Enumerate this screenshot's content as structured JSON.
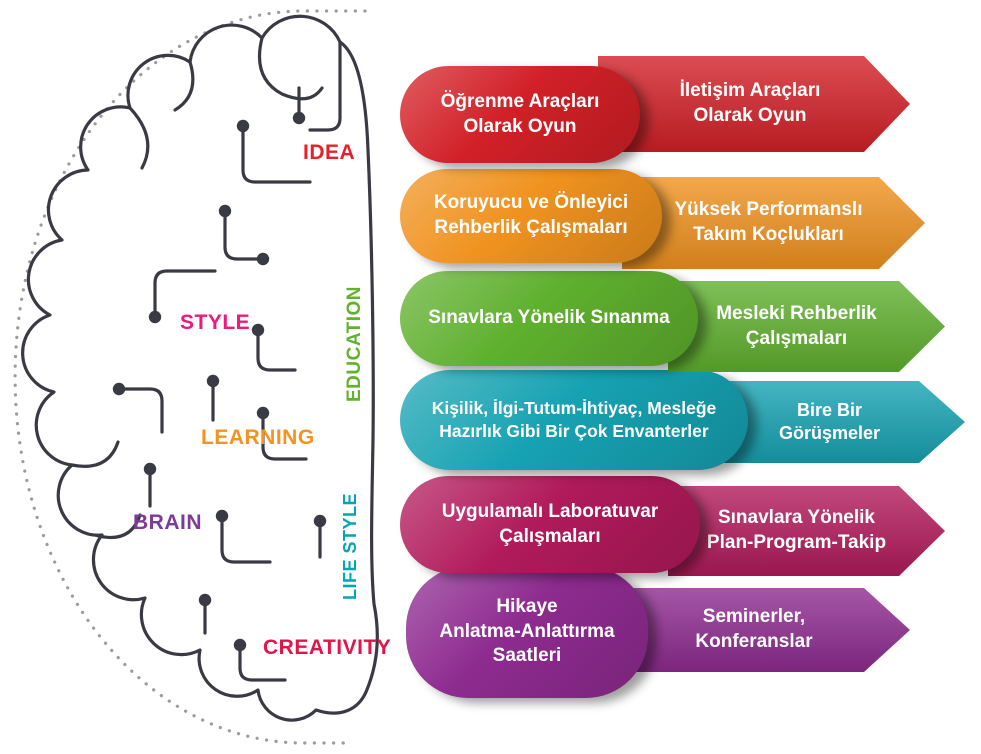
{
  "brain": {
    "line_color": "#3a3a44",
    "node_color": "#3a3a44",
    "dotted_arc_color": "#9c9c9c",
    "labels": {
      "idea": {
        "text": "IDEA",
        "color": "#e8202a"
      },
      "style": {
        "text": "STYLE",
        "color": "#ec1a7c"
      },
      "education": {
        "text": "EDUCATION",
        "color": "#62b22f"
      },
      "learning": {
        "text": "LEARNING",
        "color": "#f6921e"
      },
      "brain": {
        "text": "BRAIN",
        "color": "#7d3a96"
      },
      "life_style": {
        "text": "LIFE STYLE",
        "color": "#00a6b6"
      },
      "creativity": {
        "text": "CREATIVITY",
        "color": "#e0164a"
      }
    }
  },
  "rows": [
    {
      "color": "#d22027",
      "left_label": "Öğrenme Araçları\nOlarak Oyun",
      "right_label": "İletişim Araçları\nOlarak Oyun"
    },
    {
      "color": "#f0921f",
      "left_label": "Koruyucu ve Önleyici\nRehberlik Çalışmaları",
      "right_label": "Yüksek Performanslı\nTakım Koçlukları"
    },
    {
      "color": "#5fb02e",
      "left_label": "Sınavlara Yönelik Sınanma",
      "right_label": "Mesleki Rehberlik\nÇalışmaları"
    },
    {
      "color": "#16a2b2",
      "left_label": "Kişilik, İlgi-Tutum-İhtiyaç, Mesleğe\nHazırlık Gibi Bir Çok Envanterler",
      "right_label": "Bire Bir Görüşmeler"
    },
    {
      "color": "#b11a5b",
      "left_label": "Uygulamalı Laboratuvar\nÇalışmaları",
      "right_label": "Sınavlara Yönelik\nPlan-Program-Takip"
    },
    {
      "color": "#8e2b90",
      "left_label": "Hikaye\nAnlatma-Anlattırma\nSaatleri",
      "right_label": "Seminerler, Konferanslar"
    }
  ]
}
